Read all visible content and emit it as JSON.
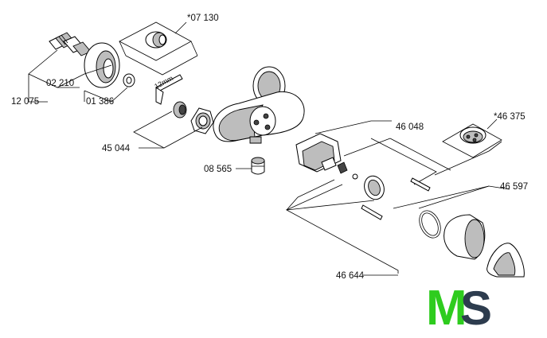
{
  "parts": {
    "p07130": "*07 130",
    "p02210": "02 210",
    "p12075": "12 075",
    "p01386": "01 386",
    "p12mm": "12mm",
    "p45044": "45 044",
    "p08565": "08 565",
    "p46048": "46 048",
    "p46375": "*46 375",
    "p46597": "46 597",
    "p46644": "46 644"
  },
  "logo": {
    "text": "MS",
    "colors": {
      "m": "#2ecc1e",
      "s": "#2d3c4e"
    }
  }
}
